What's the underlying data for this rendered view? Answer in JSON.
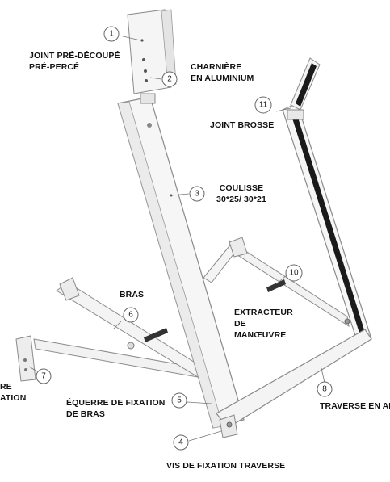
{
  "callouts": [
    {
      "n": "1"
    },
    {
      "n": "2"
    },
    {
      "n": "3"
    },
    {
      "n": "4"
    },
    {
      "n": "5"
    },
    {
      "n": "6"
    },
    {
      "n": "7"
    },
    {
      "n": "8"
    },
    {
      "n": "10"
    },
    {
      "n": "11"
    }
  ],
  "labels": {
    "joint_pre_decoupe": [
      "JOINT PRÉ-DÉCOUPÉ",
      "PRÉ-PERCÉ"
    ],
    "charniere": [
      "CHARNIÈRE",
      "EN ALUMINIUM"
    ],
    "joint_brosse": [
      "JOINT BROSSE"
    ],
    "coulisse": [
      "COULISSE",
      "30*25/ 30*21"
    ],
    "bras": [
      "BRAS"
    ],
    "extracteur": [
      "EXTRACTEUR",
      "DE",
      "MANŒUVRE"
    ],
    "equerre_left": [
      "RE",
      "ATION"
    ],
    "equerre_fixation": [
      "ÉQUERRE DE FIXATION",
      "DE BRAS"
    ],
    "traverse": [
      "TRAVERSE EN AL"
    ],
    "vis_fixation": [
      "VIS DE FIXATION TRAVERSE"
    ]
  },
  "colors": {
    "frame_fill": "#f4f4f4",
    "frame_stroke": "#8a8a8a",
    "brush": "#1a1a1a",
    "text": "#111111"
  }
}
